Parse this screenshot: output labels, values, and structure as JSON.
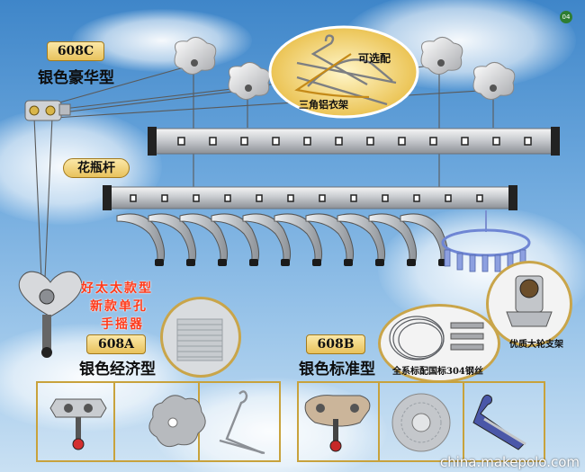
{
  "page_number": "04",
  "model_c": {
    "code": "608C",
    "name": "银色豪华型"
  },
  "model_a": {
    "code": "608A",
    "name": "银色经济型"
  },
  "model_b": {
    "code": "608B",
    "name": "银色标准型"
  },
  "optional": {
    "tag": "可选配",
    "caption": "三角铝衣架"
  },
  "vase_rod": "花瓶杆",
  "crank": {
    "line1": "好太太款型",
    "line2": "新款单孔",
    "line3": "手摇器"
  },
  "steel_wire": "全系标配国标304钢丝",
  "wheel_bracket": "优质大轮支架",
  "watermark": "china.makepolo.com",
  "colors": {
    "accent_gold": "#c8a23c",
    "label_fill": "#f4d57a",
    "red_text": "#ff3a1a"
  }
}
